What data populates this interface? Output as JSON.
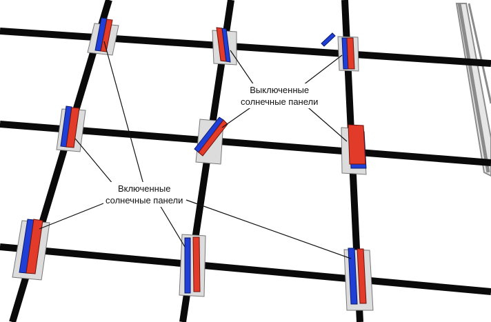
{
  "labels": {
    "off_line1": "Выключенные",
    "off_line2": "солнечные панели",
    "on_line1": "Включенные",
    "on_line2": "солнечные панели"
  },
  "colors": {
    "truss": "#0a0a0a",
    "base_plate": "#dcdcdc",
    "panel_blue": "#1f3fd6",
    "panel_red": "#e23b2a",
    "leader_line": "#111111",
    "frame_grey": "#9a9a9a"
  },
  "modules": [
    {
      "name": "module-top-left",
      "state": "on"
    },
    {
      "name": "module-top-middle",
      "state": "off"
    },
    {
      "name": "module-top-right",
      "state": "off"
    },
    {
      "name": "module-middle-left",
      "state": "on"
    },
    {
      "name": "module-middle-center",
      "state": "off"
    },
    {
      "name": "module-middle-right",
      "state": "off"
    },
    {
      "name": "module-bottom-left",
      "state": "on"
    },
    {
      "name": "module-bottom-middle",
      "state": "on"
    },
    {
      "name": "module-bottom-right",
      "state": "on"
    }
  ]
}
